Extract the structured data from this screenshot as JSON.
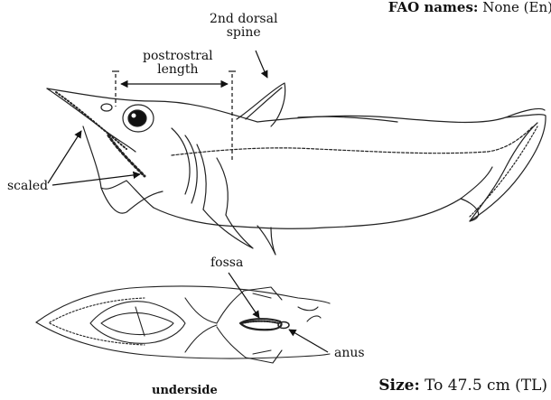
{
  "fao": {
    "label": "FAO names:",
    "value": "None (En)"
  },
  "labels": {
    "dorsal_spine_line1": "2nd dorsal",
    "dorsal_spine_line2": "spine",
    "postrostral_line1": "postrostral",
    "postrostral_line2": "length",
    "scaled": "scaled",
    "fossa": "fossa",
    "anus": "anus",
    "underside": "underside"
  },
  "size": {
    "label": "Size:",
    "value": "To 47.5 cm (TL)"
  }
}
